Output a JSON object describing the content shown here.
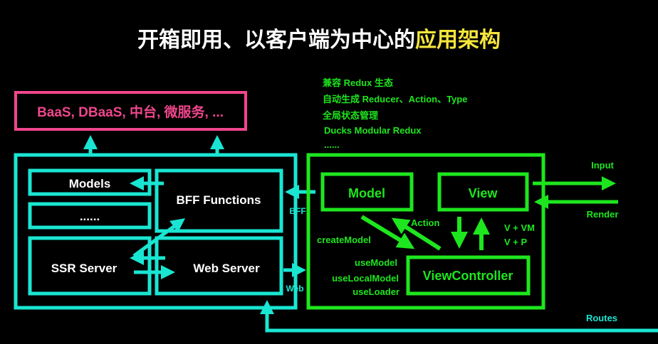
{
  "title": {
    "main": "开箱即用、以客户端为中心的",
    "highlight": "应用架构"
  },
  "colors": {
    "cyan": "#19e6d2",
    "green": "#1ee61e",
    "pink": "#f0468c",
    "yellow": "#f5e63c",
    "white": "#ffffff"
  },
  "backend": {
    "label": "BaaS, DBaaS, 中台, 微服务, ..."
  },
  "server": {
    "models": "Models",
    "ellipsis": "......",
    "ssr": "SSR Server",
    "bff": "BFF Functions",
    "web": "Web Server"
  },
  "client": {
    "model": "Model",
    "view": "View",
    "view_controller": "ViewController"
  },
  "features": [
    "兼容 Redux 生态",
    "自动生成 Reducer、Action、Type",
    "全局状态管理",
    "Ducks Modular Redux",
    "......"
  ],
  "labels": {
    "bff": "BFF",
    "web": "Web",
    "create_model": "createModel",
    "action": "Action",
    "vvm": "V + VM",
    "vp": "V + P",
    "use_model": "useModel",
    "use_local_model": "useLocalModel",
    "use_loader": "useLoader",
    "input": "Input",
    "render": "Render",
    "routes": "Routes"
  }
}
